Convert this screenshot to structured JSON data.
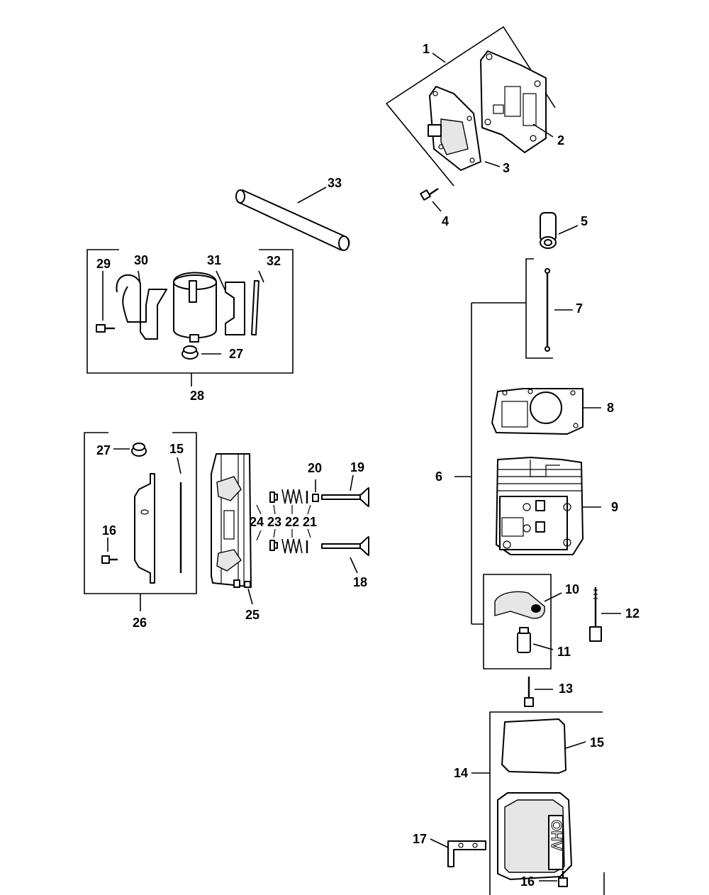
{
  "diagram": {
    "labels": {
      "l1": "1",
      "l2": "2",
      "l3": "3",
      "l4": "4",
      "l5": "5",
      "l6": "6",
      "l7": "7",
      "l8": "8",
      "l9": "9",
      "l10": "10",
      "l11": "11",
      "l12": "12",
      "l13": "13",
      "l14": "14",
      "l15a": "15",
      "l15b": "15",
      "l16a": "16",
      "l16b": "16",
      "l17": "17",
      "l18": "18",
      "l19": "19",
      "l20": "20",
      "l21": "21",
      "l22": "22",
      "l23": "23",
      "l24": "24",
      "l25": "25",
      "l26": "26",
      "l27a": "27",
      "l27b": "27",
      "l28": "28",
      "l29": "29",
      "l30": "30",
      "l31": "31",
      "l32": "32",
      "l33": "33"
    },
    "cover_text": "OHV"
  }
}
